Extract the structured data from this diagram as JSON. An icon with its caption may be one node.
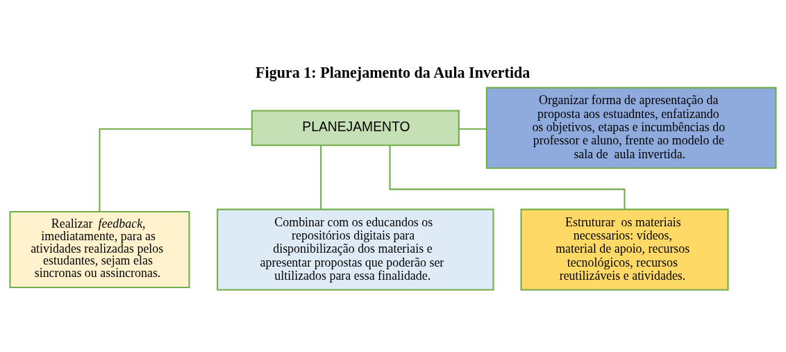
{
  "diagram": {
    "title": "Figura 1: Planejamento da Aula Invertida",
    "nodes": [
      {
        "text": [
          "PLANEJAMENTO"
        ]
      },
      {
        "text": [
          "Organizar forma de apresentação da proposta aos estuadntes, enfatizando os objetivos, etapas e incumbências do professor e aluno, frente ao modelo de sala de  aula invertida."
        ]
      },
      {
        "text": [
          "Realizar *feedback,* imediatamente, para as atividades realizadas pelos estudantes, sejam elas sincronas ou assincronas."
        ]
      },
      {
        "text": [
          "Combinar com os educandos os repositórios digitais para disponibilização dos materiais e apresentar propostas que poderão ser ultilizados para essa finalidade."
        ]
      },
      {
        "text": [
          "Estruturar  os materiais necessarios: vídeos, material de apoio, recursos tecnológicos, recursos reutilizáveis e atividades."
        ]
      }
    ],
    "edges": [
      {
        "from": 0,
        "to": 1,
        "arrow": "none"
      },
      {
        "from": 0,
        "to": 2,
        "arrow": "none"
      },
      {
        "from": 0,
        "to": 3,
        "arrow": "none"
      },
      {
        "from": 0,
        "to": 4,
        "arrow": "none"
      }
    ]
  }
}
